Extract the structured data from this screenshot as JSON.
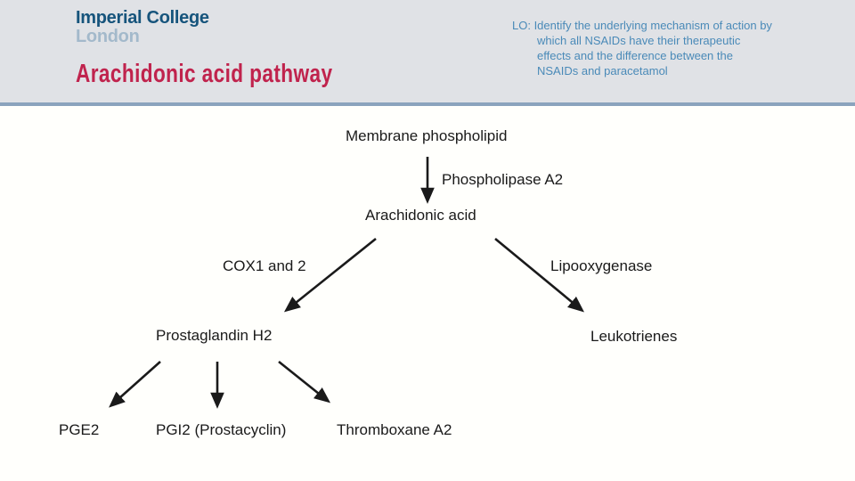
{
  "header": {
    "logo": {
      "line1": "Imperial College",
      "line2": "London"
    },
    "title": "Arachidonic acid pathway",
    "learning_objective": {
      "lines": [
        "LO: Identify the underlying mechanism of action by",
        "which all NSAIDs have their therapeutic",
        "effects and the difference between the",
        "NSAIDs and paracetamol"
      ],
      "full_text": "LO: Identify the underlying mechanism of action by which all NSAIDs have their therapeutic effects and the difference between the NSAIDs and paracetamol"
    }
  },
  "colors": {
    "header_bg": "#e0e2e6",
    "separator_line": "#8ba3bd",
    "title_text": "#c0234d",
    "logo_primary": "#16547c",
    "logo_secondary": "#a3b9cb",
    "lo_text": "#4a8ab8",
    "diagram_text": "#1a1a1a",
    "arrow": "#1a1a1a"
  },
  "diagram": {
    "nodes": {
      "membrane_phospholipid": "Membrane phospholipid",
      "phospholipase_a2": "Phospholipase A2",
      "arachidonic_acid": "Arachidonic acid",
      "cox": "COX1 and 2",
      "lipooxygenase": "Lipooxygenase",
      "prostaglandin_h2": "Prostaglandin H2",
      "leukotrienes": "Leukotrienes",
      "pge2": "PGE2",
      "pgi2": "PGI2 (Prostacyclin)",
      "thromboxane_a2": "Thromboxane A2"
    },
    "edges": [
      {
        "from": "Membrane phospholipid",
        "to": "Arachidonic acid",
        "via": "Phospholipase A2"
      },
      {
        "from": "Arachidonic acid",
        "to": "Prostaglandin H2",
        "via": "COX1 and 2"
      },
      {
        "from": "Arachidonic acid",
        "to": "Leukotrienes",
        "via": "Lipooxygenase"
      },
      {
        "from": "Prostaglandin H2",
        "to": "PGE2"
      },
      {
        "from": "Prostaglandin H2",
        "to": "PGI2 (Prostacyclin)"
      },
      {
        "from": "Prostaglandin H2",
        "to": "Thromboxane A2"
      }
    ]
  }
}
